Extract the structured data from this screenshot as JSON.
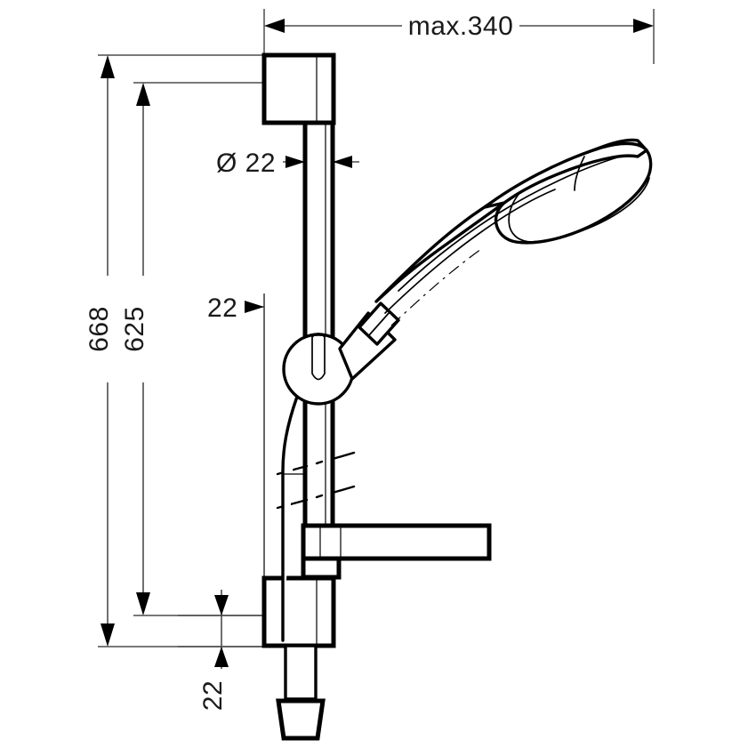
{
  "drawing": {
    "title": "Shower rail set dimensioned technical drawing",
    "units": "mm",
    "line_color": "#000000",
    "dimension_color": "#4d4d4d",
    "background": "#ffffff"
  },
  "dimensions": {
    "top_width": {
      "label": "max.340",
      "orientation": "horizontal",
      "position": "top"
    },
    "overall_height": {
      "label": "668",
      "orientation": "vertical",
      "position": "left-outer"
    },
    "rail_height": {
      "label": "625",
      "orientation": "vertical",
      "position": "left-inner"
    },
    "rod_diameter": {
      "label": "Ø 22",
      "orientation": "horizontal",
      "position": "upper-rod"
    },
    "bracket_offset": {
      "label": "22",
      "orientation": "horizontal",
      "position": "mid-rail"
    },
    "lower_offset": {
      "label": "22",
      "orientation": "vertical",
      "position": "lower-bracket"
    }
  },
  "parts": {
    "upper_bracket": "upper-wall-bracket",
    "lower_bracket": "lower-wall-bracket",
    "rail": "vertical-slide-rail",
    "hand_shower": "hand-shower-head",
    "shower_holder": "sliding-shower-holder",
    "hose": "shower-hose",
    "soap_dish": "soap-dish-shelf",
    "hose_fitting": "hose-end-fitting",
    "break_symbol": "rail-break-line"
  }
}
